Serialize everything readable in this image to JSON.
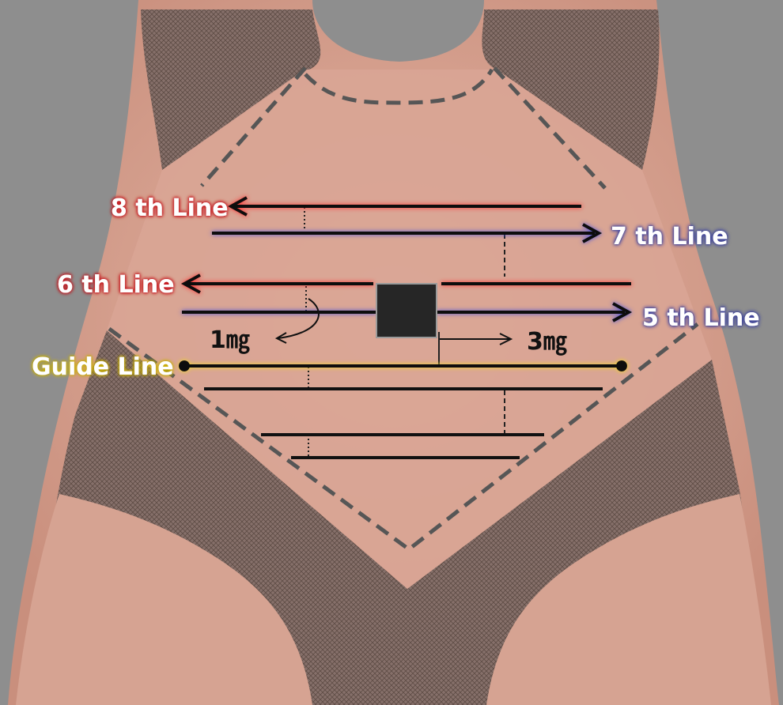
{
  "labels": {
    "line8": "8 th Line",
    "line7": "7 th  Line",
    "line6": "6 th  Line",
    "line5": "5 th Line",
    "guide": "Guide Line",
    "dist_left": "1㎎",
    "dist_right": "3㎎"
  },
  "colors": {
    "background": "#8f8f8f",
    "skin": "#d9a592",
    "mesh": "#7f6a60",
    "dashed_outline": "#555555",
    "red_glow": "#e3302b",
    "blue_glow": "#5a63c8",
    "yellow_glow": "#e7d12a",
    "line_black": "#111111"
  }
}
